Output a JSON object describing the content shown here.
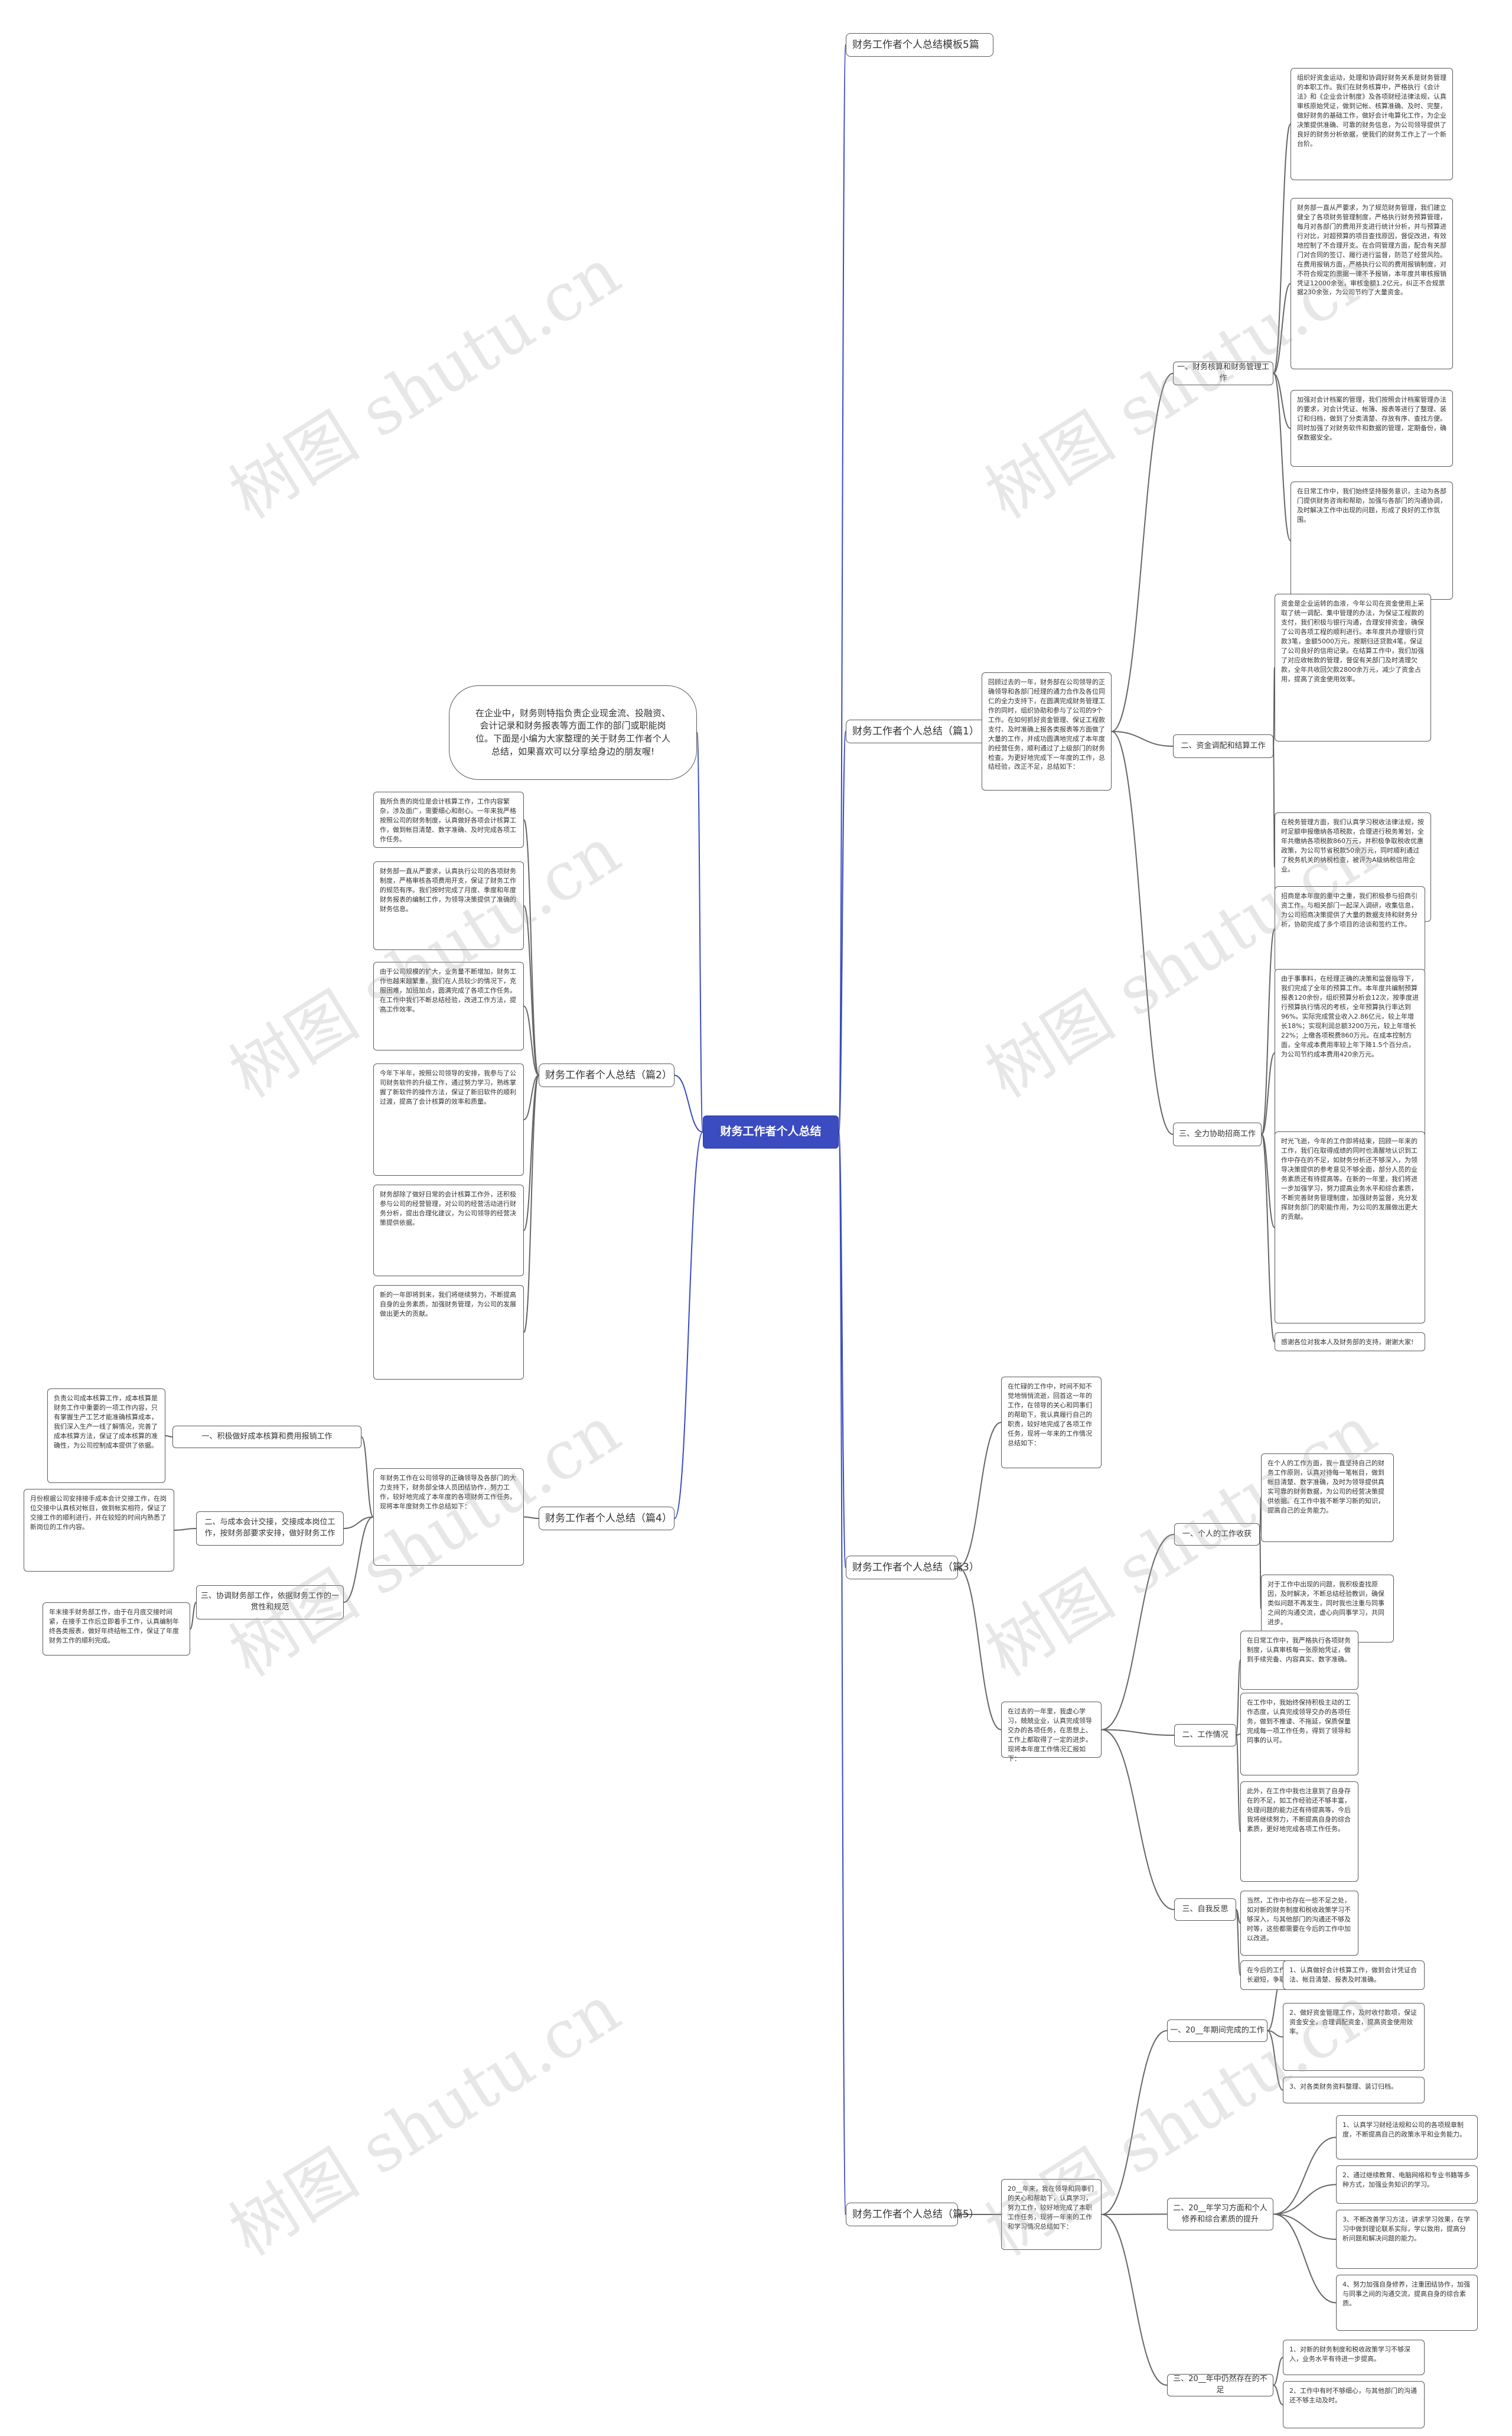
{
  "root": "财务工作者个人总结",
  "intro": "在企业中，财务则特指负责企业现金流、投融资、会计记录和财务报表等方面工作的部门或职能岗位。下面是小编为大家整理的关于财务工作者个人总结，如果喜欢可以分享给身边的朋友喔!",
  "watermark": "树图 shutu.cn",
  "right": {
    "top_label": "财务工作者个人总结模板5篇",
    "p1": {
      "label": "财务工作者个人总结（篇1）",
      "intro": "回顾过去的一年，财务部在公司领导的正确领导和各部门经理的通力合作及各位同仁的全力支持下，在圆满完成财务管理工作的同时，组织协助和参与了公司的9个工作。在如何抓好资金管理、保证工程款支付、及时准确上报各类报表等方面做了大量的工作，并成功圆满地完成了本年度的经营任务，顺利通过了上级部门的财务检查。为更好地完成下一年度的工作，总结经验，改正不足，总结如下：",
      "s1": {
        "label": "一、财务核算和财务管理工作",
        "t": [
          "组织好资金运动，处理和协调好财务关系是财务管理的本职工作。我们在财务核算中，严格执行《会计法》和《企业会计制度》及各项财经法律法规，认真审核原始凭证，做到记帐、核算准确、及时、完整，做好财务的基础工作，做好会计电算化工作，为企业决策提供准确、可靠的财务信息，为公司领导提供了良好的财务分析依据，使我们的财务工作上了一个新台阶。",
          "财务部一直从严要求，为了规范财务管理，我们建立健全了各项财务管理制度，严格执行财务预算管理，每月对各部门的费用开支进行统计分析，并与预算进行对比，对超预算的项目查找原因，督促改进，有效地控制了不合理开支。在合同管理方面，配合有关部门对合同的签订、履行进行监督，防范了经营风险。在费用报销方面，严格执行公司的费用报销制度，对不符合规定的票据一律不予报销，本年度共审核报销凭证12000余张，审核金额1.2亿元，纠正不合规票据230余张，为公司节约了大量资金。",
          "加强对会计档案的管理，我们按照会计档案管理办法的要求，对会计凭证、帐簿、报表等进行了整理、装订和归档，做到了分类清楚、存放有序、查找方便。同时加强了对财务软件和数据的管理，定期备份，确保数据安全。",
          "在日常工作中，我们始终坚持服务意识，主动为各部门提供财务咨询和帮助，加强与各部门的沟通协调，及时解决工作中出现的问题，形成了良好的工作氛围。"
        ]
      },
      "s2": {
        "label": "二、资金调配和结算工作",
        "t": [
          "资金是企业运转的血液，今年公司在资金使用上采取了统一调配、集中管理的办法，为保证工程款的支付，我们积极与银行沟通，合理安排资金，确保了公司各项工程的顺利进行。本年度共办理银行贷款3笔，金额5000万元，按期归还贷款4笔，保证了公司良好的信用记录。在结算工作中，我们加强了对应收帐款的管理，督促有关部门及时清理欠款，全年共收回欠款2800余万元，减少了资金占用，提高了资金使用效率。",
          "在税务管理方面，我们认真学习税收法律法规，按时足额申报缴纳各项税款，合理进行税务筹划，全年共缴纳各项税款860万元，并积极争取税收优惠政策，为公司节省税款50余万元，同时顺利通过了税务机关的纳税检查，被评为A级纳税信用企业。"
        ]
      },
      "s3": {
        "label": "三、全力协助招商工作",
        "t": [
          "招商是本年度的重中之重，我们积极参与招商引资工作，与相关部门一起深入调研，收集信息，为公司招商决策提供了大量的数据支持和财务分析，协助完成了多个项目的洽谈和签约工作。",
          "由于事事料，在经理正确的决策和监督指导下，我们完成了全年的预算工作。本年度共编制预算报表120余份，组织预算分析会12次，按季度进行预算执行情况的考核，全年预算执行率达到96%。实际完成营业收入2.86亿元，较上年增长18%；实现利润总额3200万元，较上年增长22%；上缴各项税费860万元。在成本控制方面，全年成本费用率较上年下降1.5个百分点，为公司节约成本费用420余万元。",
          "时光飞逝，今年的工作即将结束，回顾一年来的工作，我们在取得成绩的同时也清醒地认识到工作中存在的不足，如财务分析还不够深入，为领导决策提供的参考意见不够全面，部分人员的业务素质还有待提高等。在新的一年里，我们将进一步加强学习，努力提高业务水平和综合素质，不断完善财务管理制度，加强财务监督，充分发挥财务部门的职能作用，为公司的发展做出更大的贡献。",
          "感谢各位对我本人及财务部的支持，谢谢大家!"
        ]
      }
    },
    "p3": {
      "label": "财务工作者个人总结（篇3）",
      "intro1": "在忙碌的工作中，时间不知不觉地悄悄流逝，回首这一年的工作，在领导的关心和同事们的帮助下，我认真履行自己的职责，较好地完成了各项工作任务，现将一年来的工作情况总结如下：",
      "intro2": "在过去的一年里，我虚心学习，兢兢业业，认真完成领导交办的各项任务，在思想上、工作上都取得了一定的进步。现将本年度工作情况汇报如下：",
      "s1": {
        "label": "一、个人的工作收获",
        "t": [
          "在个人的工作方面，我一直坚持自己的财务工作原则，认真对待每一笔帐目，做到帐目清楚、数字准确，及时为领导提供真实可靠的财务数据，为公司的经营决策提供依据。在工作中我不断学习新的知识，提高自己的业务能力。",
          "对于工作中出现的问题，我积极查找原因，及时解决，不断总结经验教训，确保类似问题不再发生，同时我也注重与同事之间的沟通交流，虚心向同事学习，共同进步。"
        ]
      },
      "s2": {
        "label": "二、工作情况",
        "t": [
          "在日常工作中，我严格执行各项财务制度，认真审核每一张原始凭证，做到手续完备、内容真实、数字准确。",
          "在工作中，我始终保持积极主动的工作态度，认真完成领导交办的各项任务，做到不推诿、不拖延，保质保量完成每一项工作任务，得到了领导和同事的认可。",
          "此外，在工作中我也注意到了自身存在的不足，如工作经验还不够丰富，处理问题的能力还有待提高等，今后我将继续努力，不断提高自身的综合素质，更好地完成各项工作任务。"
        ]
      },
      "s3": {
        "label": "三、自我反思",
        "t": [
          "当然，工作中也存在一些不足之处，如对新的财务制度和税收政策学习不够深入，与其他部门的沟通还不够及时等，这些都需要在今后的工作中加以改进。",
          "在今后的工作中，我会更加努力，扬长避短，争取更大的进步。"
        ]
      }
    },
    "p5": {
      "label": "财务工作者个人总结（篇5）",
      "intro": "20__年来，我在领导和同事们的关心和帮助下，认真学习，努力工作，较好地完成了本职工作任务，现将一年来的工作和学习情况总结如下：",
      "s1": {
        "label": "一、20__年期间完成的工作",
        "t": [
          "1、认真做好会计核算工作，做到会计凭证合法、帐目清楚、报表及时准确。",
          "2、做好资金管理工作，及时收付款项，保证资金安全，合理调配资金，提高资金使用效率。",
          "3、对各类财务资料整理、装订归档。"
        ]
      },
      "s2": {
        "label": "二、20__年学习方面和个人修养和综合素质的提升",
        "t": [
          "1、认真学习财经法规和公司的各项规章制度，不断提高自己的政策水平和业务能力。",
          "2、通过继续教育、电脑网络和专业书籍等多种方式，加强业务知识的学习。",
          "3、不断改善学习方法，讲求学习效果，在学习中做到理论联系实际，学以致用，提高分析问题和解决问题的能力。",
          "4、努力加强自身修养，注重团结协作，加强与同事之间的沟通交流，提高自身的综合素质。"
        ]
      },
      "s3": {
        "label": "三、20__年中仍然存在的不足",
        "t": [
          "1、对新的财务制度和税收政策学习不够深入，业务水平有待进一步提高。",
          "2、工作中有时不够细心，与其他部门的沟通还不够主动及时。"
        ]
      }
    }
  },
  "left": {
    "p2": {
      "label": "财务工作者个人总结（篇2）",
      "t": [
        "我所负责的岗位是会计核算工作，工作内容繁杂，涉及面广，需要细心和耐心。一年来我严格按照公司的财务制度，认真做好各项会计核算工作，做到帐目清楚、数字准确、及时完成各项工作任务。",
        "财务部一直从严要求，认真执行公司的各项财务制度，严格审核各项费用开支，保证了财务工作的规范有序。我们按时完成了月度、季度和年度财务报表的编制工作，为领导决策提供了准确的财务信息。",
        "由于公司规模的扩大，业务量不断增加，财务工作也越来越繁重，我们在人员较少的情况下，克服困难，加班加点，圆满完成了各项工作任务。在工作中我们不断总结经验，改进工作方法，提高工作效率。",
        "今年下半年，按照公司领导的安排，我参与了公司财务软件的升级工作，通过努力学习，熟练掌握了新软件的操作方法，保证了新旧软件的顺利过渡，提高了会计核算的效率和质量。",
        "财务部除了做好日常的会计核算工作外，还积极参与公司的经营管理，对公司的经营活动进行财务分析，提出合理化建议，为公司领导的经营决策提供依据。",
        "新的一年即将到来，我们将继续努力，不断提高自身的业务素质，加强财务管理，为公司的发展做出更大的贡献。"
      ]
    },
    "p4": {
      "label": "财务工作者个人总结（篇4）",
      "intro": "年财务工作在公司领导的正确领导及各部门的大力支持下，财务部全体人员团结协作，努力工作，较好地完成了本年度的各项财务工作任务。现将本年度财务工作总结如下：",
      "s1": {
        "label": "一、积极做好成本核算和费用报销工作",
        "t": "负责公司成本核算工作，成本核算是财务工作中重要的一项工作内容，只有掌握生产工艺才能准确核算成本，我们深入生产一线了解情况，完善了成本核算方法，保证了成本核算的准确性，为公司控制成本提供了依据。"
      },
      "s2": {
        "label": "二、与成本会计交接，交接成本岗位工作，按财务部要求安排，做好财务工作",
        "t": "月份根据公司安排接手成本会计交接工作，在岗位交接中认真核对帐目，做到帐实相符，保证了交接工作的顺利进行，并在较短的时间内熟悉了新岗位的工作内容。"
      },
      "s3": {
        "label": "三、协调财务部工作，依据财务工作的一贯性和规范",
        "t": "年末接手财务部工作，由于在月底交接时间紧，在接手工作后立即着手工作，认真编制年终各类报表，做好年终结帐工作，保证了年度财务工作的顺利完成。"
      }
    }
  }
}
